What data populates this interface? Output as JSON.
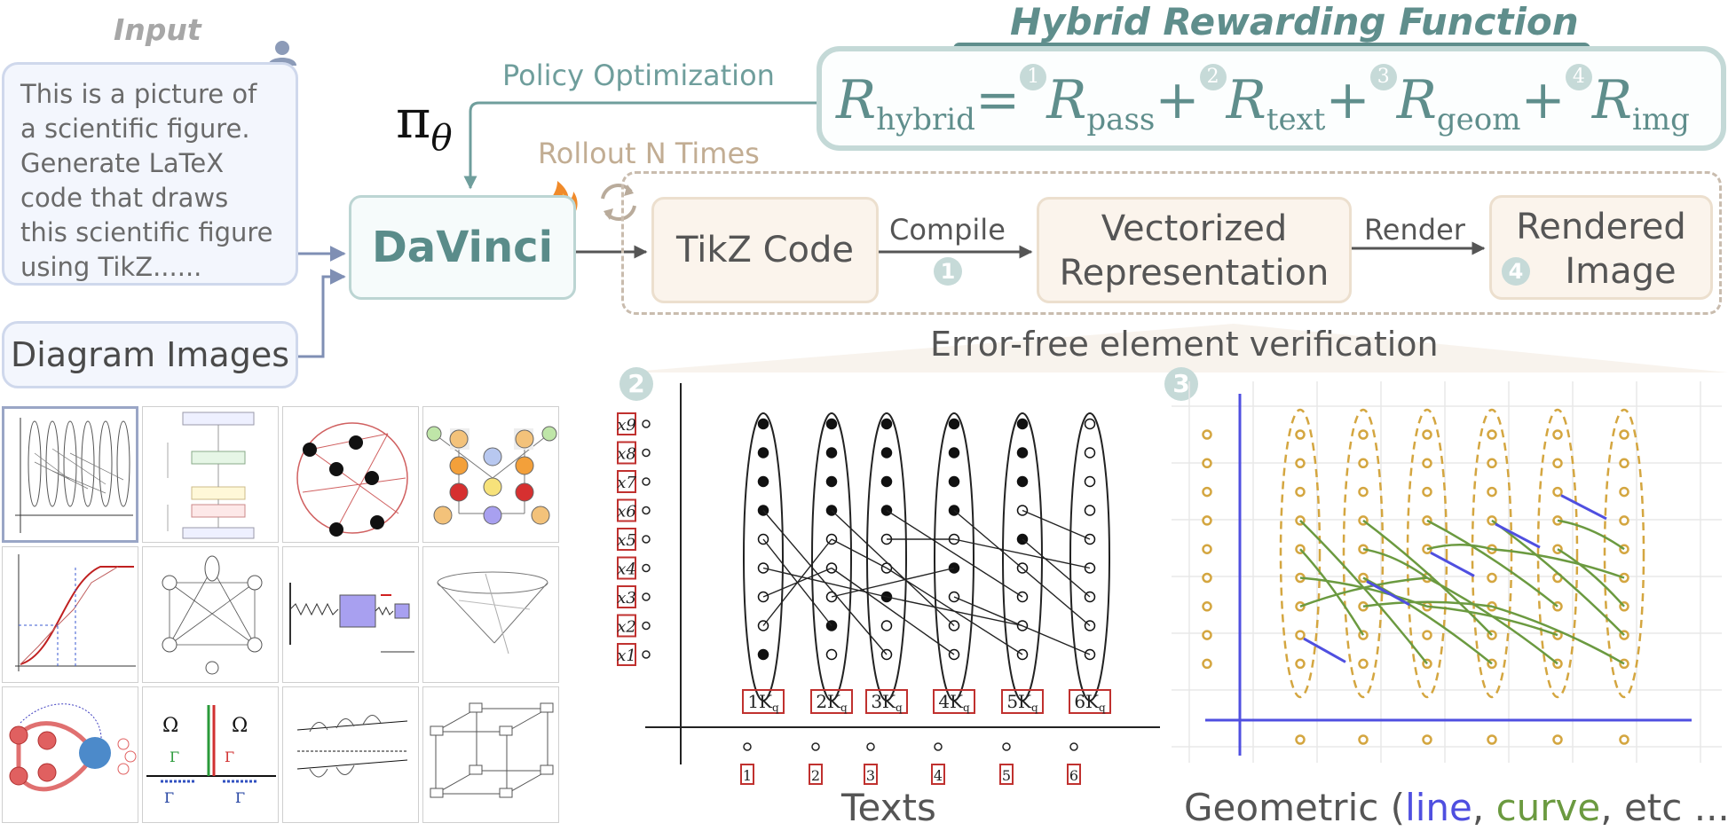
{
  "input": {
    "title": "Input",
    "prompt": "This is a picture of a scientific figure. Generate LaTeX code that draws this scientific figure using TikZ......"
  },
  "diagram_images_label": "Diagram Images",
  "policy": {
    "symbol": "π",
    "sub": "θ",
    "optimization_label": "Policy Optimization"
  },
  "model_name": "DaVinci",
  "rollout_label": "Rollout N Times",
  "pipeline": {
    "tikz_code": "TikZ Code",
    "compile": "Compile",
    "vectorized_line1": "Vectorized",
    "vectorized_line2": "Representation",
    "render": "Render",
    "rendered_line1": "Rendered",
    "rendered_line2": "Image"
  },
  "reward": {
    "title": "Hybrid Rewarding Function",
    "lhs": "R",
    "lhs_sub": "hybrid",
    "equals": "=",
    "terms": [
      {
        "badge": "1",
        "sub": "pass"
      },
      {
        "badge": "2",
        "sub": "text"
      },
      {
        "badge": "3",
        "sub": "geom"
      },
      {
        "badge": "4",
        "sub": "img"
      }
    ],
    "plus": "+"
  },
  "verification_label": "Error-free element verification",
  "badges": {
    "compile": "1",
    "texts": "2",
    "geom": "3",
    "render": "4"
  },
  "texts_panel": {
    "caption": "Texts",
    "row_labels": [
      "x9",
      "x8",
      "x7",
      "x6",
      "x5",
      "x4",
      "x3",
      "x2",
      "x1"
    ],
    "column_labels": [
      "1K",
      "2K",
      "3K",
      "4K",
      "5K",
      "6K"
    ],
    "column_suffix": "q",
    "bottom_labels": [
      "1",
      "2",
      "3",
      "4",
      "5",
      "6"
    ]
  },
  "geom_panel": {
    "caption_prefix": "Geometric (",
    "caption_line": "line",
    "caption_sep": ", ",
    "caption_curve": "curve",
    "caption_rest": ", etc ...)"
  },
  "colors": {
    "teal": "#5f8e8c",
    "line": "#4f4fe0",
    "curve": "#6b9a40",
    "gold": "#d4a640",
    "red": "#c0312f"
  }
}
